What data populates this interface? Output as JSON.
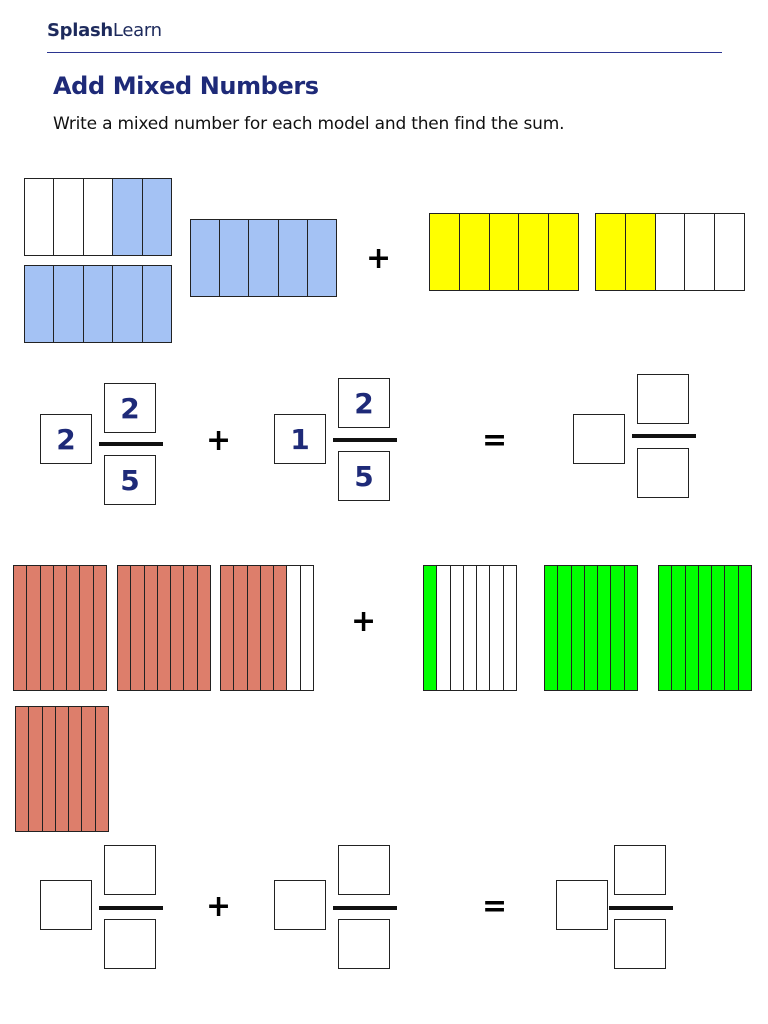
{
  "header": {
    "brand_bold": "Splash",
    "brand_regular": "Learn"
  },
  "worksheet": {
    "title": "Add Mixed Numbers",
    "instruction": "Write a mixed number for each model and then find the sum."
  },
  "colors": {
    "blue": "#a4c2f4",
    "yellow": "#ffff00",
    "salmon": "#dd7e6b",
    "green": "#00ff00",
    "empty": "#ffffff",
    "title_color": "#1e2a78"
  },
  "problem1": {
    "addend1": {
      "whole": "2",
      "numerator": "2",
      "denominator": "5"
    },
    "operator": "+",
    "addend2": {
      "whole": "1",
      "numerator": "2",
      "denominator": "5"
    },
    "equals": "=",
    "sum": {
      "whole": "",
      "numerator": "",
      "denominator": ""
    }
  },
  "problem2": {
    "addend1": {
      "whole": "",
      "numerator": "",
      "denominator": ""
    },
    "operator": "+",
    "addend2": {
      "whole": "",
      "numerator": "",
      "denominator": ""
    },
    "equals": "=",
    "sum": {
      "whole": "",
      "numerator": "",
      "denominator": ""
    }
  }
}
